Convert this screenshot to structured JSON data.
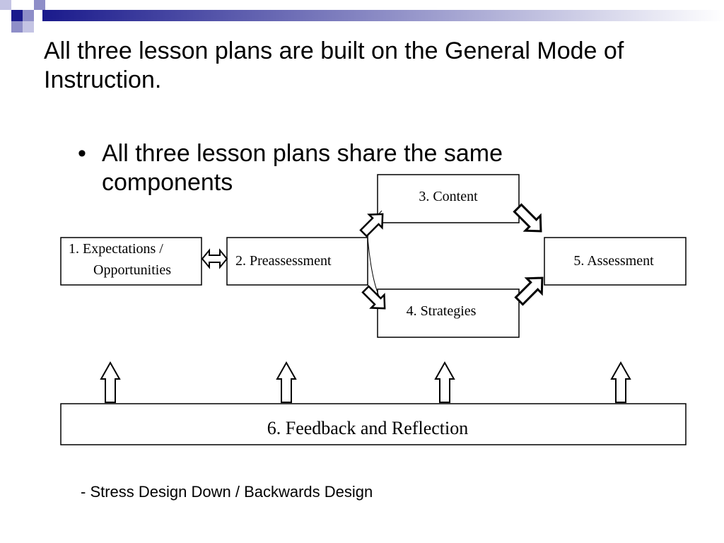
{
  "slide": {
    "title": "All three lesson plans are built on the General Mode of Instruction.",
    "bullet": "All three lesson plans share the same components",
    "bullet_mark": "•",
    "footnote": "- Stress Design Down / Backwards Design"
  },
  "diagram": {
    "box1_line1": "1.  Expectations /",
    "box1_line2": "Opportunities",
    "box2": "2.  Preassessment",
    "box3": "3.  Content",
    "box4": "4.  Strategies",
    "box5": "5.  Assessment",
    "box6": "6.  Feedback and Reflection"
  },
  "colors": {
    "accent": "#1a1a8c",
    "accent_light": "#8e8ec8",
    "header_fade": "#ffffff"
  }
}
